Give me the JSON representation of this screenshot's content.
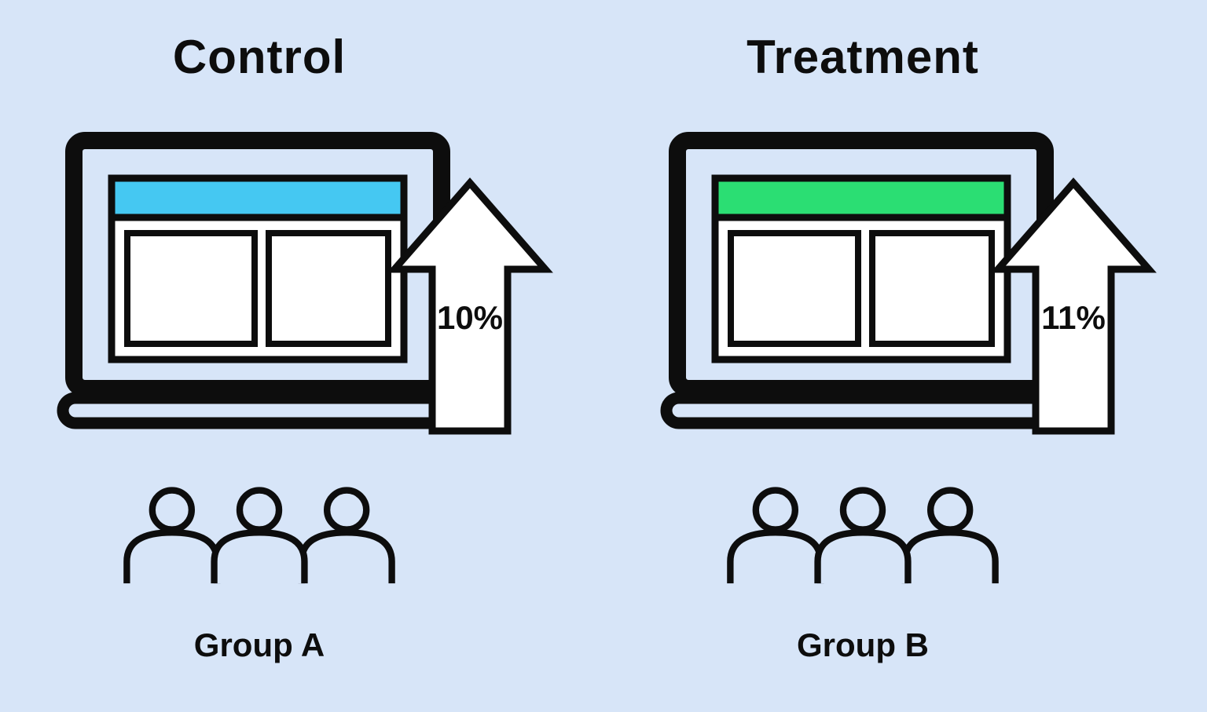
{
  "background_color": "#d7e5f8",
  "outline_color": "#0d0d0d",
  "arrow_fill_color": "#ffffff",
  "panels": [
    {
      "id": "control",
      "title": "Control",
      "browser_header_color": "#45c8f2",
      "lift_percent": "10%",
      "group_label": "Group A",
      "icons": {
        "device": "laptop-icon",
        "metric": "arrow-up-icon",
        "audience": "people-group-icon"
      }
    },
    {
      "id": "treatment",
      "title": "Treatment",
      "browser_header_color": "#2bde73",
      "lift_percent": "11%",
      "group_label": "Group B",
      "icons": {
        "device": "laptop-icon",
        "metric": "arrow-up-icon",
        "audience": "people-group-icon"
      }
    }
  ]
}
